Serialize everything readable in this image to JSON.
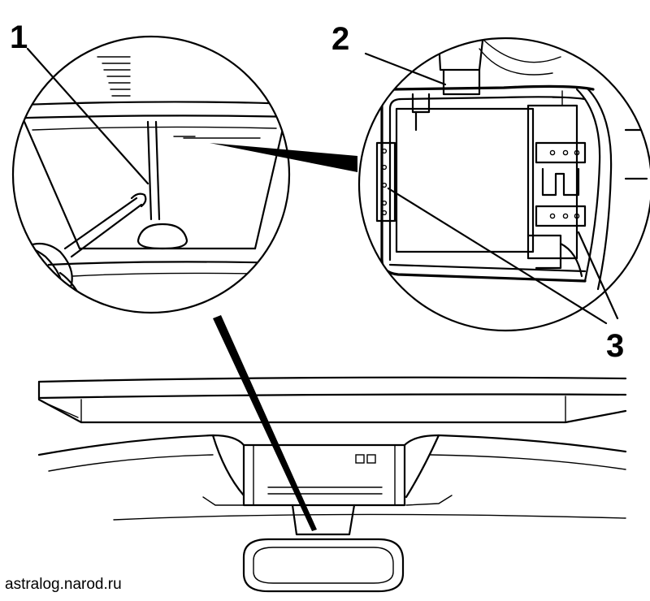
{
  "callouts": [
    {
      "id": "1",
      "text": "1"
    },
    {
      "id": "2",
      "text": "2"
    },
    {
      "id": "3",
      "text": "3"
    }
  ],
  "watermark": "astralog.narod.ru"
}
